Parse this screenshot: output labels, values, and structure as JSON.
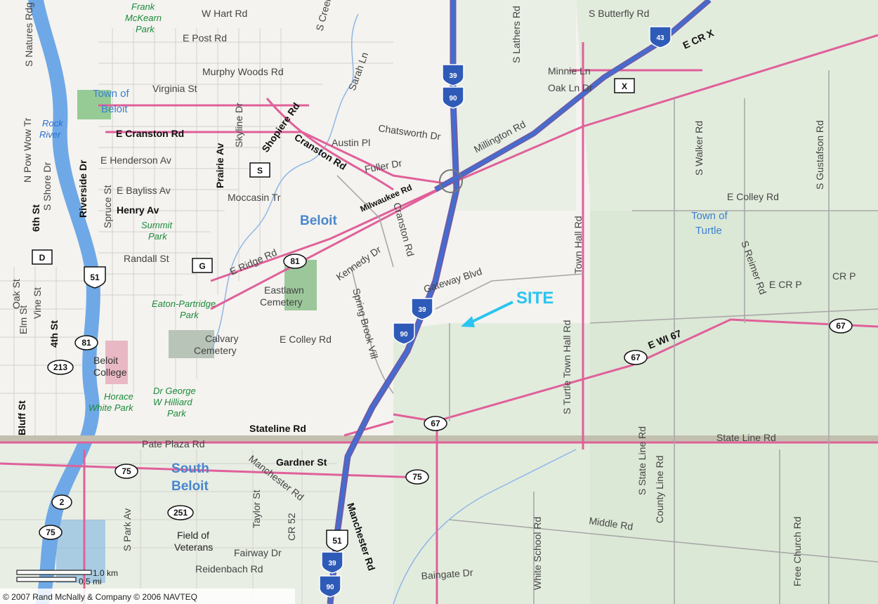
{
  "site_label": "SITE",
  "copyright": "© 2007 Rand McNally & Company © 2006 NAVTEQ",
  "scale": {
    "km": "1.0 km",
    "mi": "0.5 mi"
  },
  "places": {
    "beloit": "Beloit",
    "south_beloit_1": "South",
    "south_beloit_2": "Beloit",
    "town_of_beloit_1": "Town of",
    "town_of_beloit_2": "Beloit",
    "town_of_turtle_1": "Town of",
    "town_of_turtle_2": "Turtle"
  },
  "water": {
    "rock_1": "Rock",
    "rock_2": "River"
  },
  "parks": {
    "frank_1": "Frank",
    "frank_2": "McKearn",
    "frank_3": "Park",
    "summit_1": "Summit",
    "summit_2": "Park",
    "eaton_1": "Eaton-Partridge",
    "eaton_2": "Park",
    "hilliard_1": "Dr George",
    "hilliard_2": "W Hilliard",
    "hilliard_3": "Park",
    "horace_1": "Horace",
    "horace_2": "White Park"
  },
  "landmarks": {
    "eastlawn_1": "Eastlawn",
    "eastlawn_2": "Cemetery",
    "calvary_1": "Calvary",
    "calvary_2": "Cemetery",
    "college_1": "Beloit",
    "college_2": "College",
    "field_1": "Field of",
    "field_2": "Veterans"
  },
  "roads": {
    "w_hart": "W Hart Rd",
    "e_post": "E Post Rd",
    "murphy": "Murphy Woods Rd",
    "virginia": "Virginia St",
    "e_cranston": "E Cranston Rd",
    "e_henderson": "E Henderson Av",
    "e_bayliss": "E Bayliss Av",
    "henry": "Henry Av",
    "randall": "Randall St",
    "moccasin": "Moccasin Tr",
    "austin": "Austin Pl",
    "chatsworth": "Chatsworth Dr",
    "fuller": "Fuller Dr",
    "millington": "Millington Rd",
    "milwaukee": "Milwaukee Rd",
    "shopiere": "Shopiere Rd",
    "cranston_diag": "Cranston Rd",
    "cranston_vert": "Cranston Rd",
    "kennedy": "Kennedy Dr",
    "e_ridge": "E Ridge Rd",
    "spring_brook": "Spring Brook Vill",
    "gateway": "Gateway Blvd",
    "e_colley_w": "E Colley Rd",
    "e_colley_e": "E Colley Rd",
    "s_butterfly": "S Butterfly Rd",
    "minnie": "Minnie Ln",
    "oak_ln": "Oak Ln Dr",
    "e_cr_x": "E CR X",
    "e_cr_p": "E CR P",
    "cr_p": "CR P",
    "e_wi_67": "E WI 67",
    "stateline": "Stateline Rd",
    "state_line": "State Line Rd",
    "pate_plaza": "Pate Plaza Rd",
    "gardner": "Gardner St",
    "manchester_1": "Manchester Rd",
    "manchester_2": "Manchester Rd",
    "taylor": "Taylor St",
    "cr52": "CR 52",
    "fairway": "Fairway Dr",
    "reidenbach": "Reidenbach Rd",
    "baingate": "Baingate Dr",
    "middle": "Middle Rd",
    "riverside": "Riverside Dr",
    "n_pow_wow": "N Pow Wow Tr",
    "s_shore": "S Shore Dr",
    "s_natures": "S Natures Rdg",
    "sixth": "6th St",
    "fourth": "4th St",
    "oak_st": "Oak St",
    "vine": "Vine St",
    "elm": "Elm St",
    "bluff": "Bluff St",
    "spruce": "Spruce St",
    "prairie": "Prairie Av",
    "skyline": "Skyline Dr",
    "s_creek": "S Creek Rd",
    "sarah": "Sarah Ln",
    "s_lathers": "S Lathers Rd",
    "town_hall": "Town Hall Rd",
    "s_turtle_town_hall": "S Turtle Town Hall Rd",
    "s_walker": "S Walker Rd",
    "s_gustafson": "S Gustafson Rd",
    "s_reimer": "S Reimer Rd",
    "s_state_line": "S State Line Rd",
    "county_line": "County Line Rd",
    "white_school": "White School Rd",
    "free_church": "Free Church Rd",
    "s_park": "S Park Av"
  },
  "shields": {
    "i39": "39",
    "i90": "90",
    "i43": "43",
    "us51": "51",
    "sr81": "81",
    "sr67": "67",
    "sr75": "75",
    "sr2": "2",
    "sr213": "213",
    "sr251": "251",
    "box_x": "X",
    "box_s": "S",
    "box_g": "G",
    "box_d": "D"
  }
}
